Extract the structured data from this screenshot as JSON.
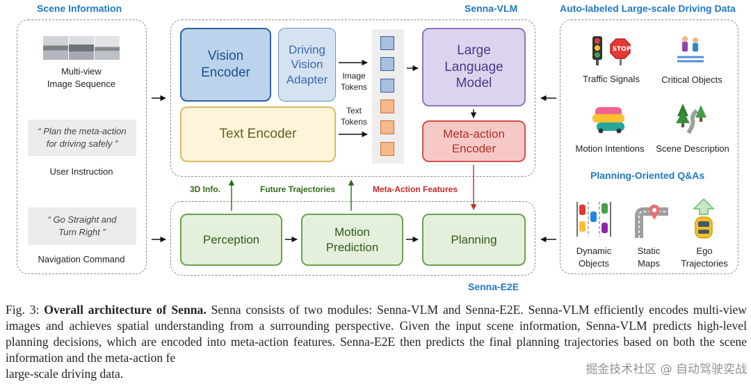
{
  "sections": {
    "scene_info": "Scene Information",
    "senna_vlm": "Senna-VLM",
    "auto_labeled": "Auto-labeled Large-scale Driving Data",
    "planning_qa": "Planning-Oriented Q&As",
    "senna_e2e": "Senna-E2E"
  },
  "scene": {
    "multiview_label": "Multi-view\nImage Sequence",
    "user_quote": "“ Plan the meta-action\nfor driving safely ”",
    "user_label": "User Instruction",
    "nav_quote": "“ Go Straight and\nTurn Right ”",
    "nav_label": "Navigation Command"
  },
  "vlm": {
    "vision_encoder": "Vision\nEncoder",
    "driving_adapter": "Driving\nVision\nAdapter",
    "text_encoder": "Text Encoder",
    "image_tokens": "Image\nTokens",
    "text_tokens": "Text\nTokens",
    "llm": "Large\nLanguage\nModel",
    "meta_encoder": "Meta-action\nEncoder"
  },
  "e2e": {
    "perception": "Perception",
    "motion_prediction": "Motion\nPrediction",
    "planning": "Planning",
    "info_3d": "3D Info.",
    "future_traj": "Future Trajectories",
    "meta_features": "Meta-Action Features"
  },
  "data": {
    "traffic_signals": "Traffic Signals",
    "critical_objects": "Critical Objects",
    "motion_intentions": "Motion Intentions",
    "scene_description": "Scene Description",
    "dynamic_objects": "Dynamic\nObjects",
    "static_maps": "Static\nMaps",
    "ego_traj": "Ego\nTrajectories",
    "stop_sign": "STOP"
  },
  "caption": {
    "prefix": "Fig. 3: ",
    "bold": "Overall architecture of Senna.",
    "body": " Senna consists of two modules: Senna-VLM and Senna-E2E. Senna-VLM efficiently encodes multi-view images and achieves spatial understanding from a surrounding perspective. Given the input scene information, Senna-VLM predicts high-level planning decisions, which are encoded into meta-action features. Senna-E2E then predicts the final planning trajectories based on both the scene information and the meta-action fe",
    "tail": "large-scale driving data."
  },
  "watermark": "掘金技术社区 @ 自动驾驶奕战",
  "colors": {
    "title_blue": "#1f77c7",
    "green_annot": "#2f6a17",
    "red_annot": "#c62828"
  }
}
